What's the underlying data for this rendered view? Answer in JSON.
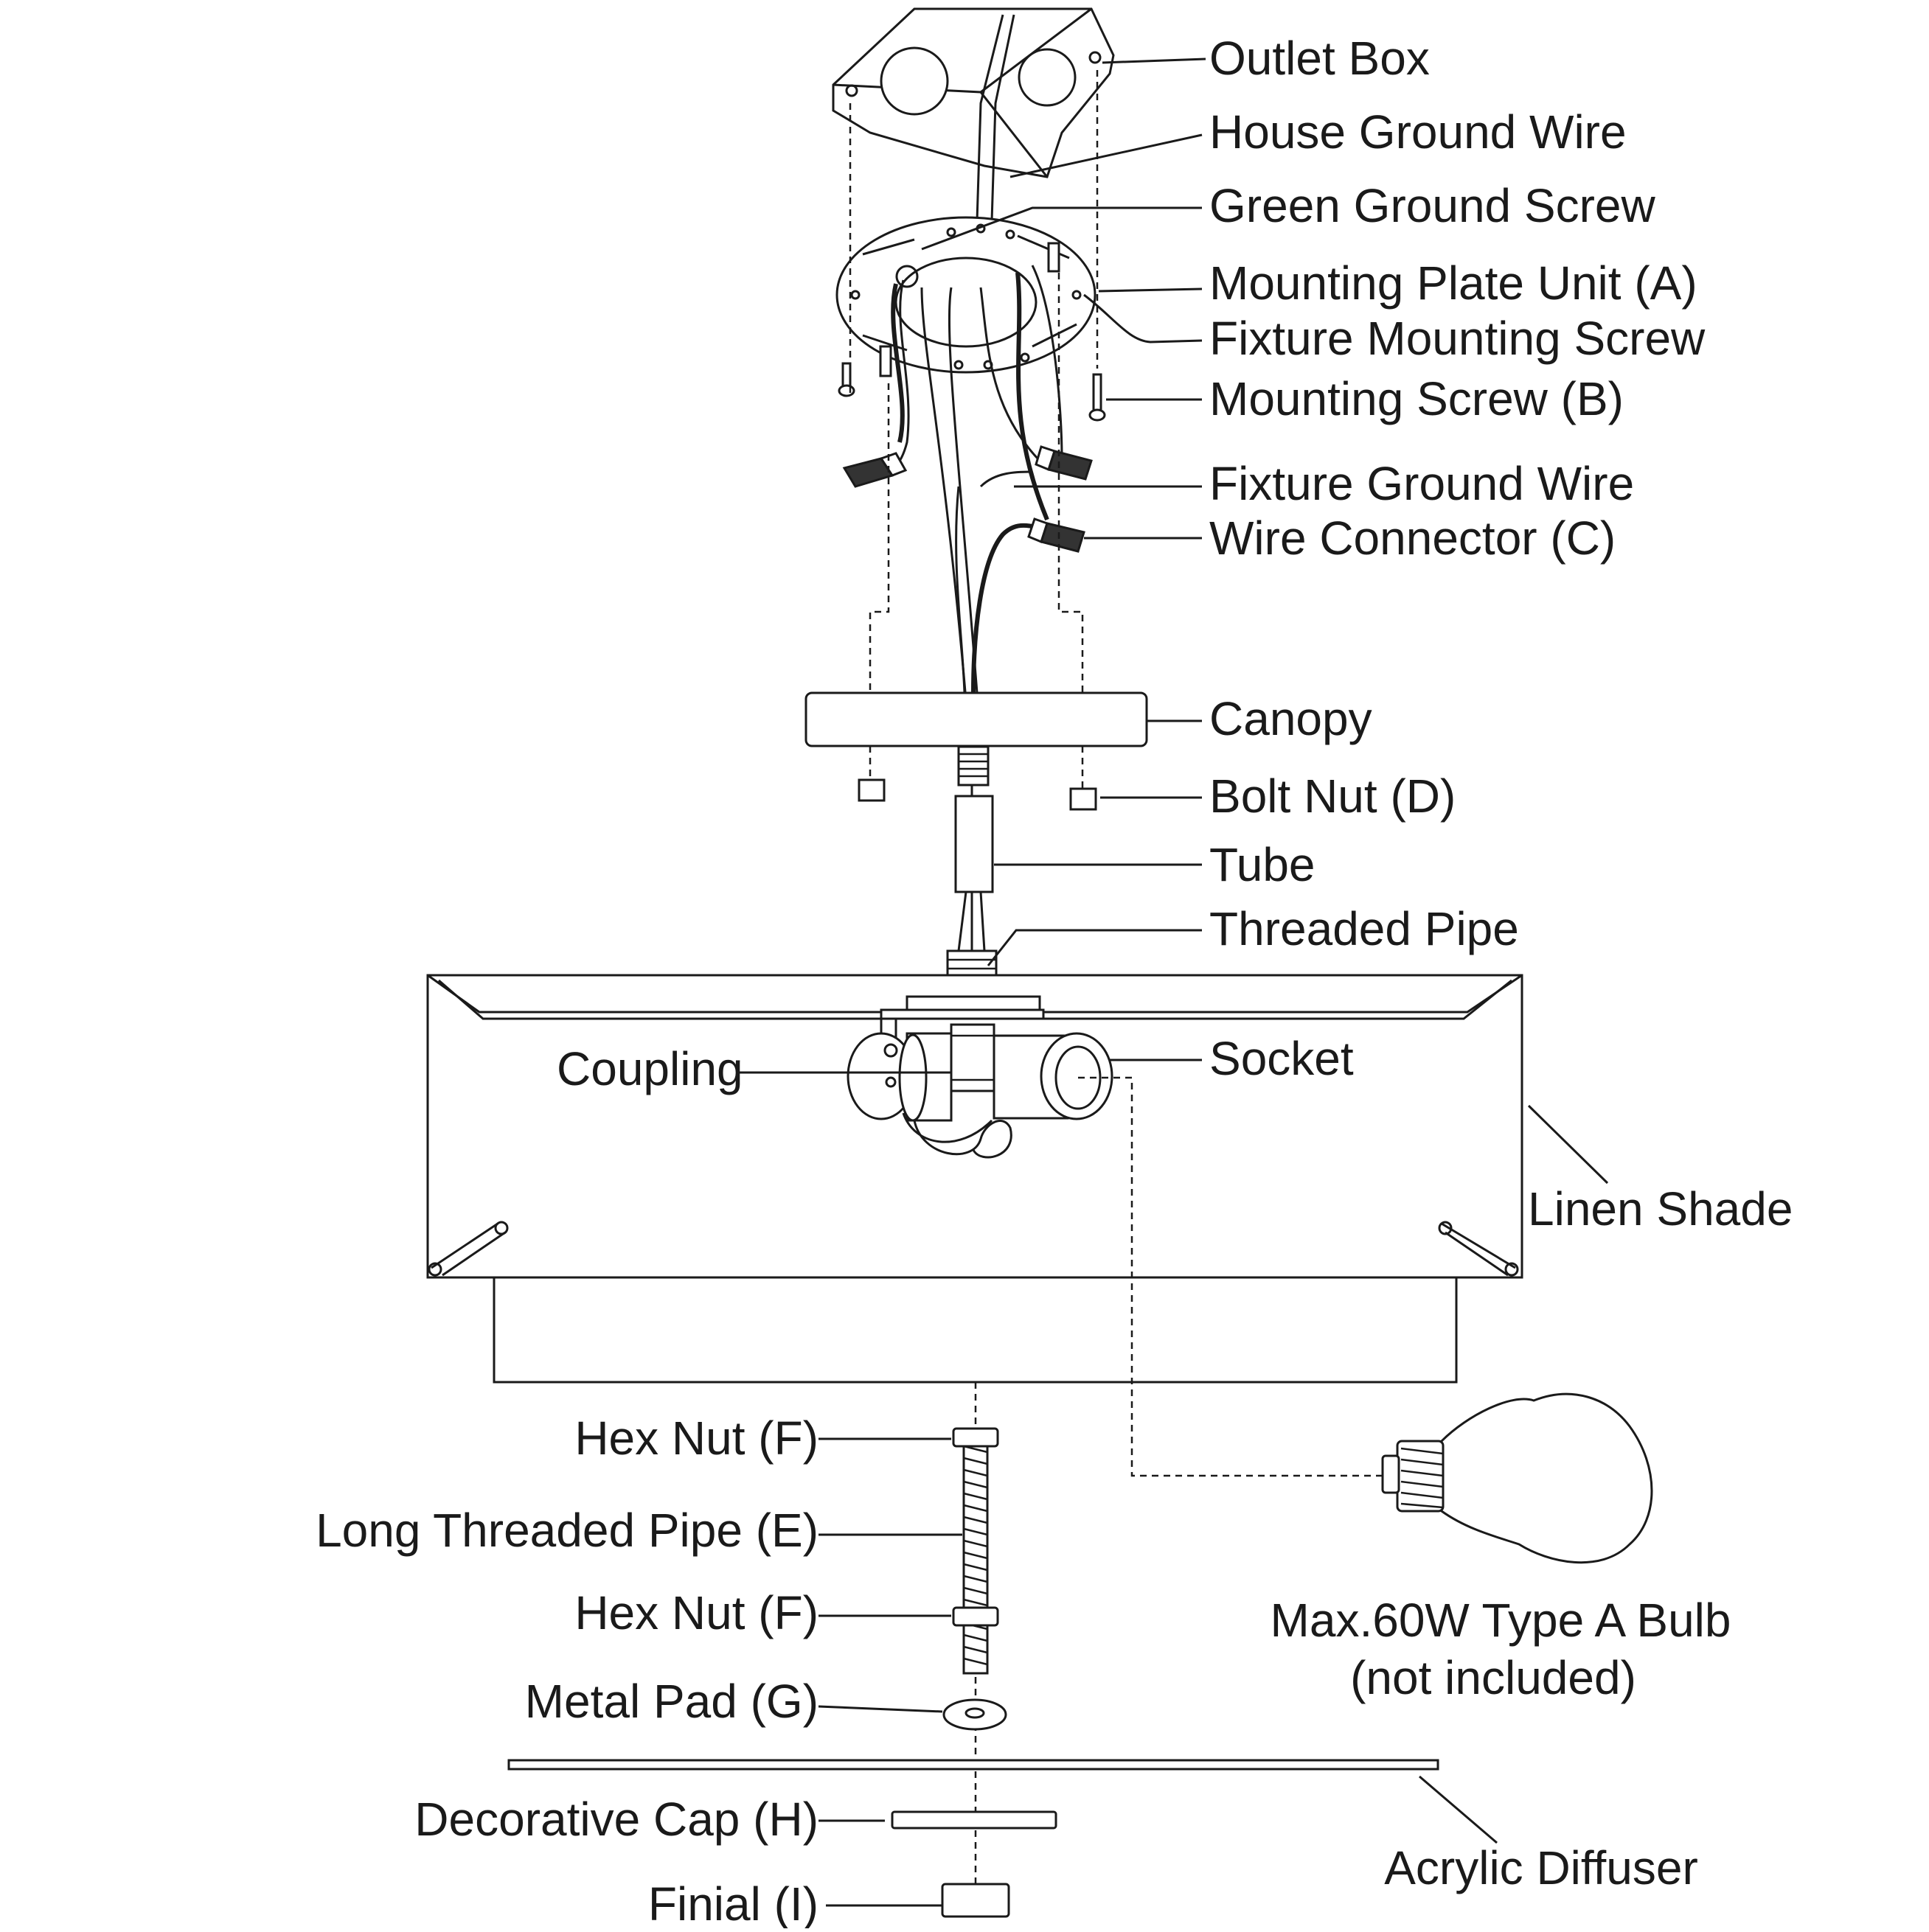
{
  "labels": {
    "outlet_box": "Outlet Box",
    "house_ground_wire": "House Ground Wire",
    "green_ground_screw": "Green Ground Screw",
    "mounting_plate_unit": "Mounting Plate Unit (A)",
    "fixture_mounting_screw": "Fixture Mounting Screw",
    "mounting_screw": "Mounting Screw (B)",
    "fixture_ground_wire": "Fixture Ground Wire",
    "wire_connector": "Wire Connector (C)",
    "canopy": "Canopy",
    "bolt_nut": "Bolt Nut (D)",
    "tube": "Tube",
    "threaded_pipe": "Threaded Pipe",
    "coupling": "Coupling",
    "socket": "Socket",
    "linen_shade": "Linen Shade",
    "hex_nut_top": "Hex Nut (F)",
    "long_threaded_pipe": "Long Threaded Pipe (E)",
    "hex_nut_bottom": "Hex Nut (F)",
    "metal_pad": "Metal Pad (G)",
    "decorative_cap": "Decorative Cap (H)",
    "finial": "Finial (I)",
    "acrylic_diffuser": "Acrylic Diffuser",
    "bulb_line1": "Max.60W Type A Bulb",
    "bulb_line2": "(not included)"
  }
}
